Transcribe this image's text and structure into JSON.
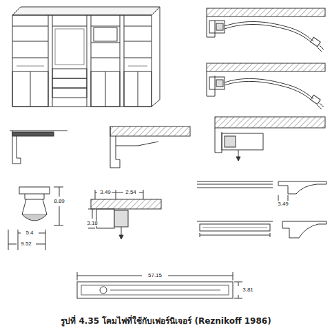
{
  "diagram": {
    "caption": "รูปที่ 4.35 โคมไฟที่ใช้กับเฟอร์นิเจอร์ (Reznikoff 1986)",
    "labels": [
      "3.49",
      "2.54",
      "8.89",
      "5.4",
      "9.52",
      "3.18",
      "3.49",
      "57.15",
      "3.81"
    ]
  }
}
